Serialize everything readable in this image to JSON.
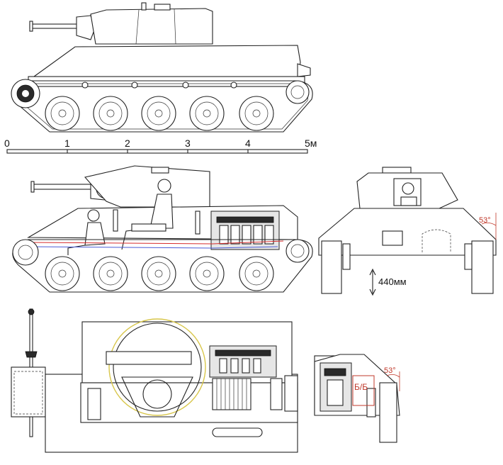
{
  "scale_bar": {
    "ticks": [
      "0",
      "1",
      "2",
      "3",
      "4"
    ],
    "end_label": "5м"
  },
  "dimensions": {
    "ground_clearance": "440мм",
    "front_armor_angle_top": "53°",
    "front_armor_angle_bottom": "53°",
    "ammo_compartment": "Б/Б"
  },
  "colors": {
    "line": "#222222",
    "annotation_red": "#c0392b",
    "wiring_red": "#d62c2c",
    "wiring_blue": "#4a5bd6",
    "turret_ring_yellow": "#d8c64a"
  }
}
